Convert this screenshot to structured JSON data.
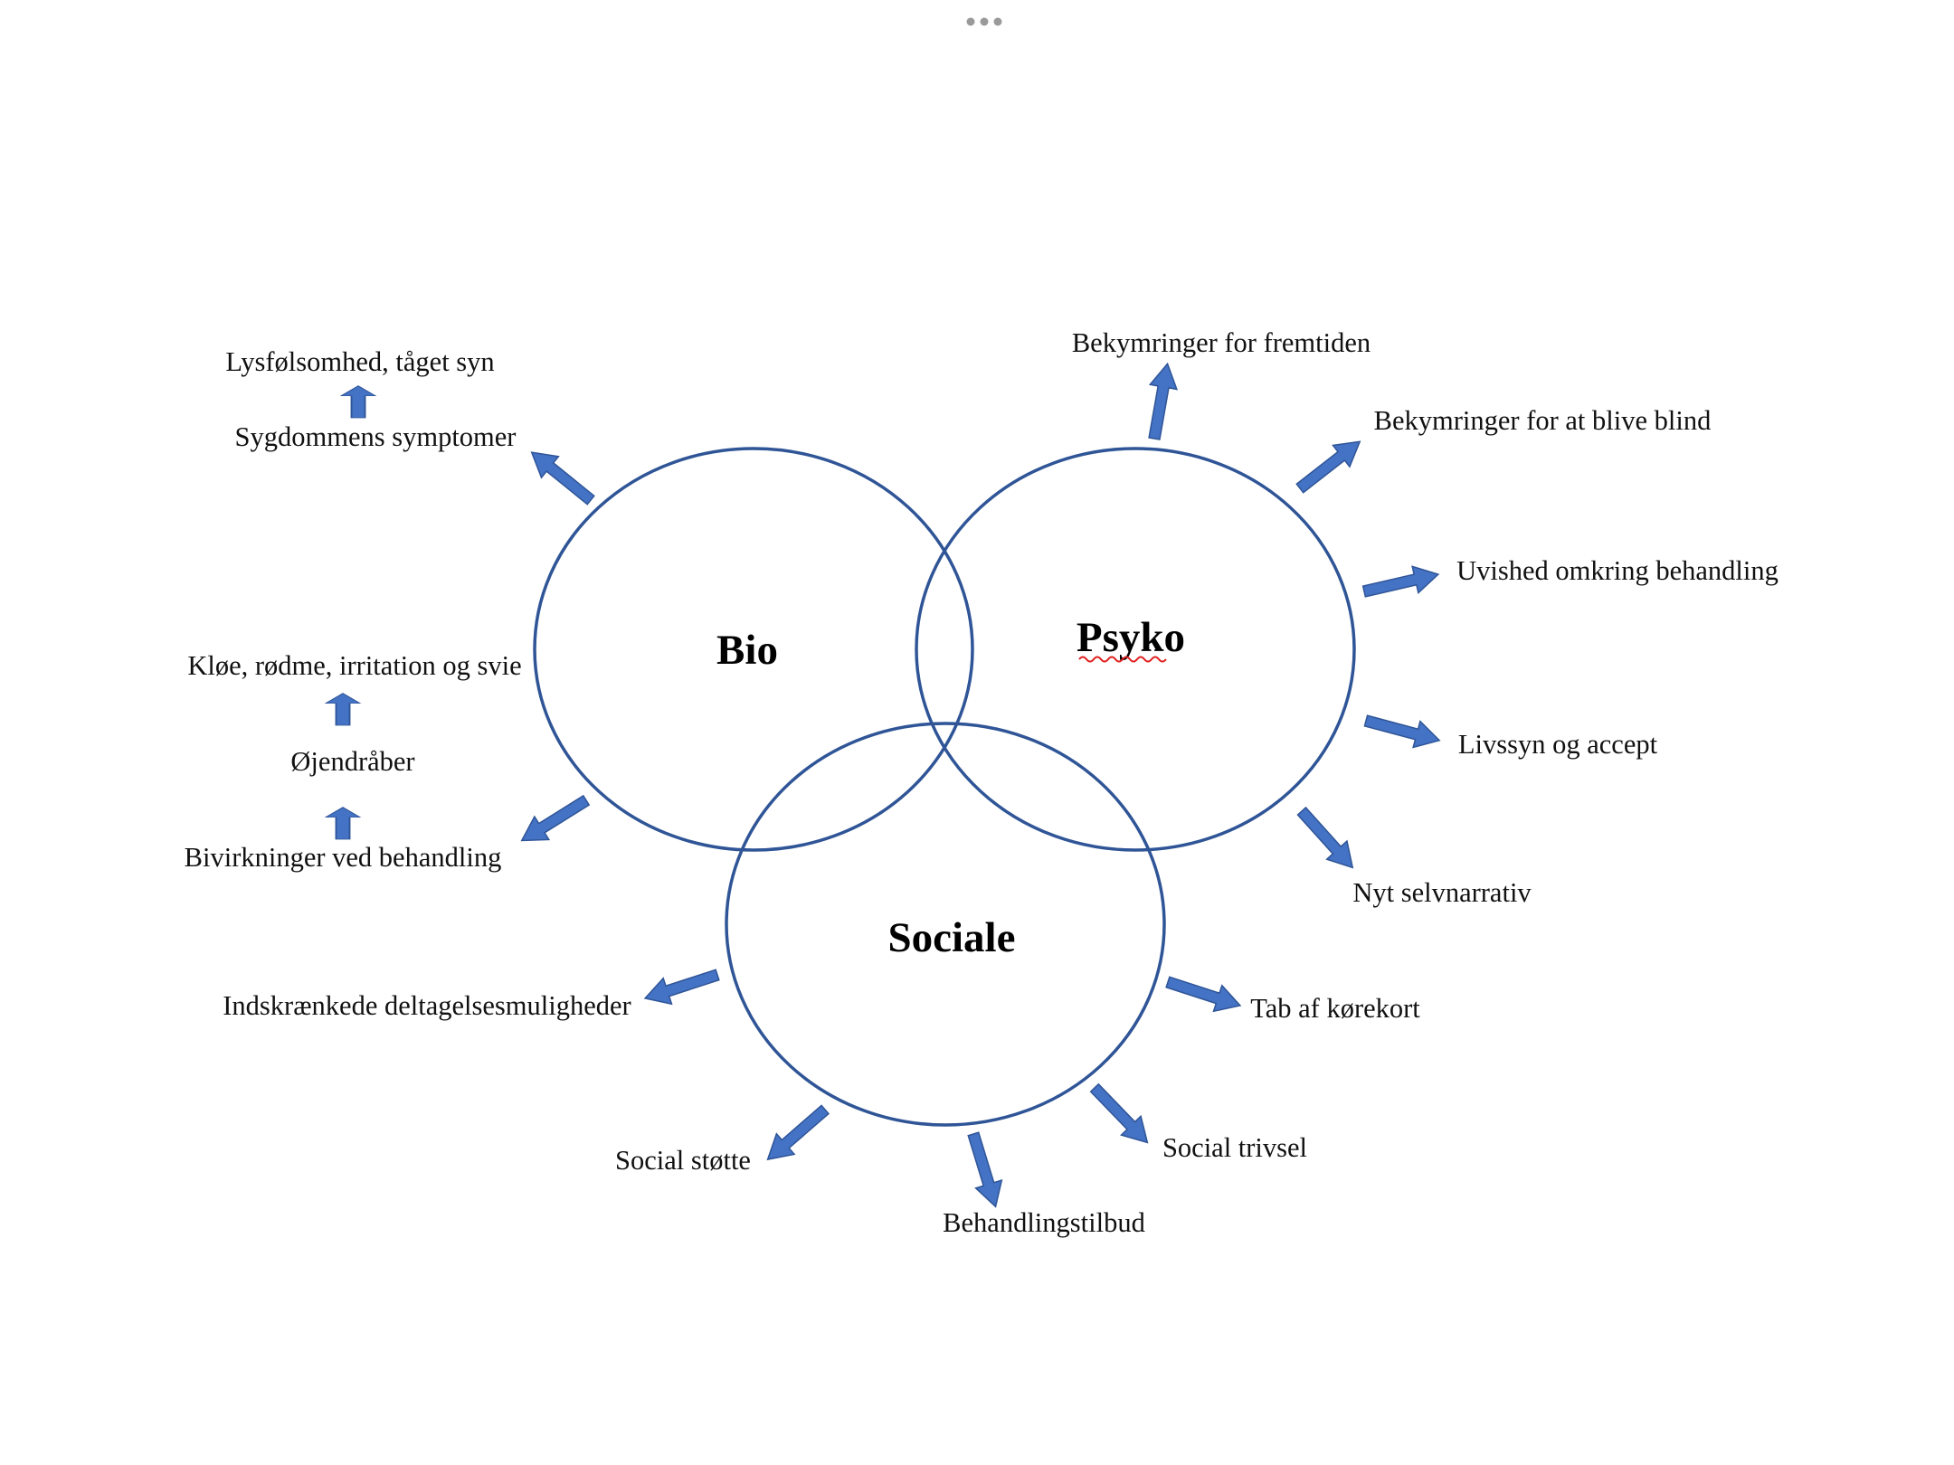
{
  "colors": {
    "circle_stroke": "#2f5597",
    "arrow_fill": "#4472c4",
    "text": "#111111",
    "spell_underline": "#e02020"
  },
  "circles": {
    "bio": "Bio",
    "psyko": "Psyko",
    "sociale": "Sociale"
  },
  "bio_labels": {
    "lysfoelsomhed": "Lysfølsomhed, tåget syn",
    "sygdommens": "Sygdommens symptomer",
    "kloee": "Kløe, rødme, irritation og svie",
    "oejendraaber": "Øjendråber",
    "bivirkninger": "Bivirkninger ved behandling"
  },
  "psyko_labels": {
    "fremtiden": "Bekymringer for fremtiden",
    "blind": "Bekymringer for at blive blind",
    "uvished": "Uvished omkring behandling",
    "livssyn": "Livssyn og accept",
    "selvnarrativ": "Nyt selvnarrativ"
  },
  "sociale_labels": {
    "indskraenkede": "Indskrænkede deltagelsesmuligheder",
    "korekort": "Tab af kørekort",
    "social_stotte": "Social støtte",
    "social_trivsel": "Social trivsel",
    "behandlingstilbud": "Behandlingstilbud"
  },
  "icons": {
    "menu": "more-dots-icon",
    "arrow": "block-arrow-icon"
  }
}
